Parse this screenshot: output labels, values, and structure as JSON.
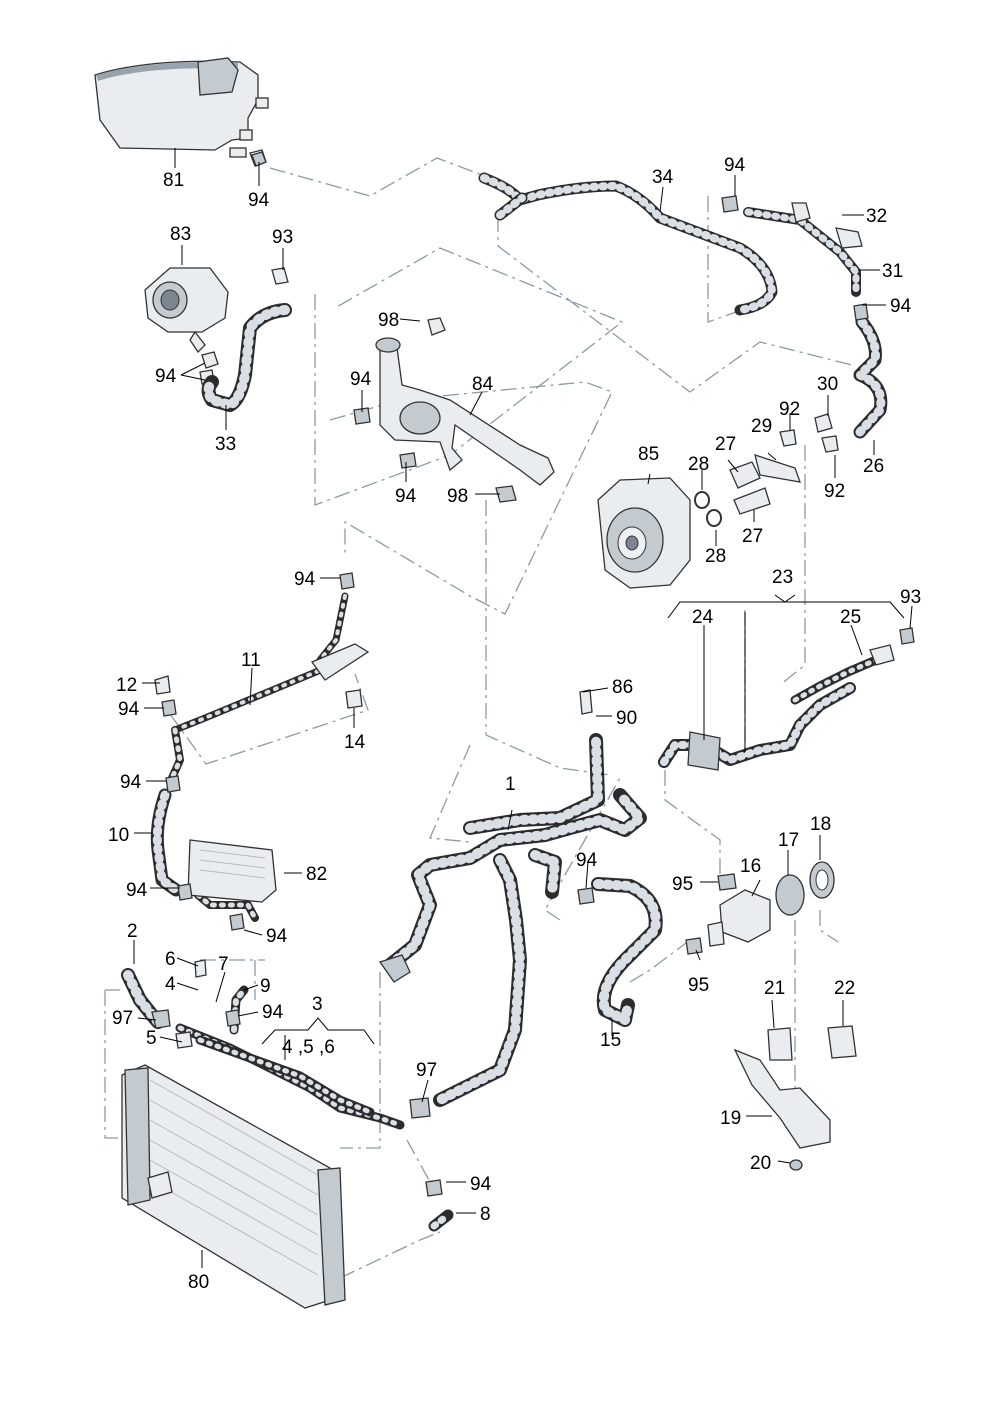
{
  "labels": [
    "81",
    "94",
    "83",
    "93",
    "94",
    "33",
    "98",
    "94",
    "84",
    "94",
    "98",
    "34",
    "94",
    "32",
    "31",
    "94",
    "30",
    "92",
    "29",
    "27",
    "28",
    "85",
    "26",
    "92",
    "27",
    "28",
    "23",
    "24",
    "25",
    "93",
    "94",
    "11",
    "12",
    "94",
    "14",
    "94",
    "10",
    "94",
    "82",
    "94",
    "86",
    "90",
    "1",
    "94",
    "95",
    "16",
    "17",
    "18",
    "95",
    "15",
    "2",
    "6",
    "4",
    "7",
    "9",
    "97",
    "94",
    "5",
    "3",
    "4 ,5 ,6",
    "97",
    "21",
    "22",
    "19",
    "20",
    "94",
    "8",
    "80"
  ],
  "colors": {
    "leader_line": "#8c9aa6",
    "part_fill": "#e9edf0",
    "hose_outline": "#2c2c2c"
  }
}
